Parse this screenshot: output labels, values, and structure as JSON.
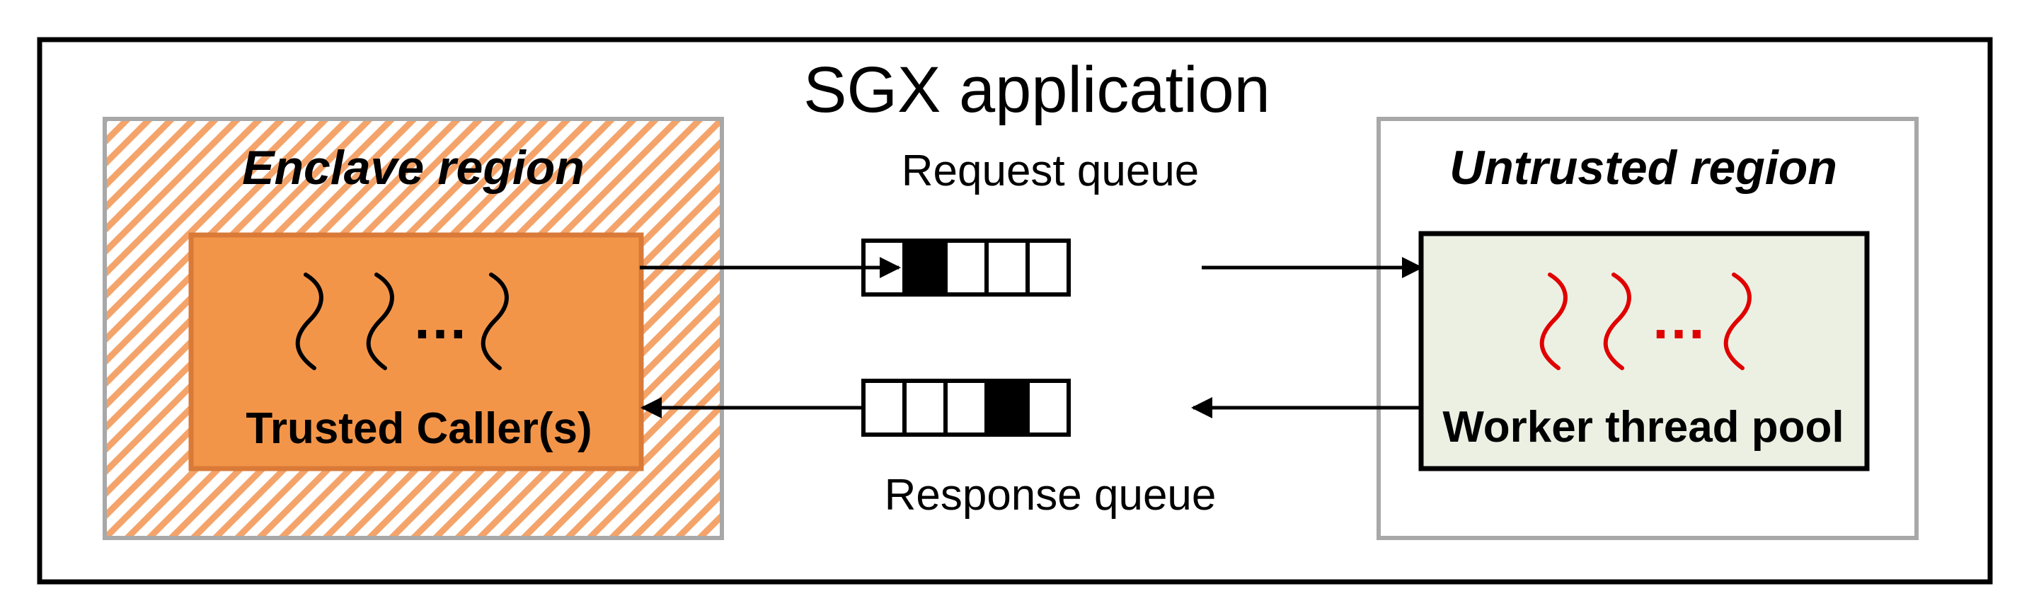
{
  "title": "SGX application",
  "enclave": {
    "label": "Enclave region",
    "box_label": "Trusted Caller(s)",
    "dots": "…",
    "fill_color": "#f39549",
    "hatch_color": "#f4a46a",
    "box_border_color": "#d97a38"
  },
  "untrusted": {
    "label": "Untrusted region",
    "box_label": "Worker thread pool",
    "dots": "…",
    "box_fill_color": "#ecf0e3",
    "thread_color": "#e00000"
  },
  "request_queue": {
    "label": "Request queue",
    "cells": [
      "empty",
      "filled",
      "empty",
      "empty",
      "empty"
    ]
  },
  "response_queue": {
    "label": "Response queue",
    "cells": [
      "empty",
      "empty",
      "empty",
      "filled",
      "empty"
    ]
  }
}
